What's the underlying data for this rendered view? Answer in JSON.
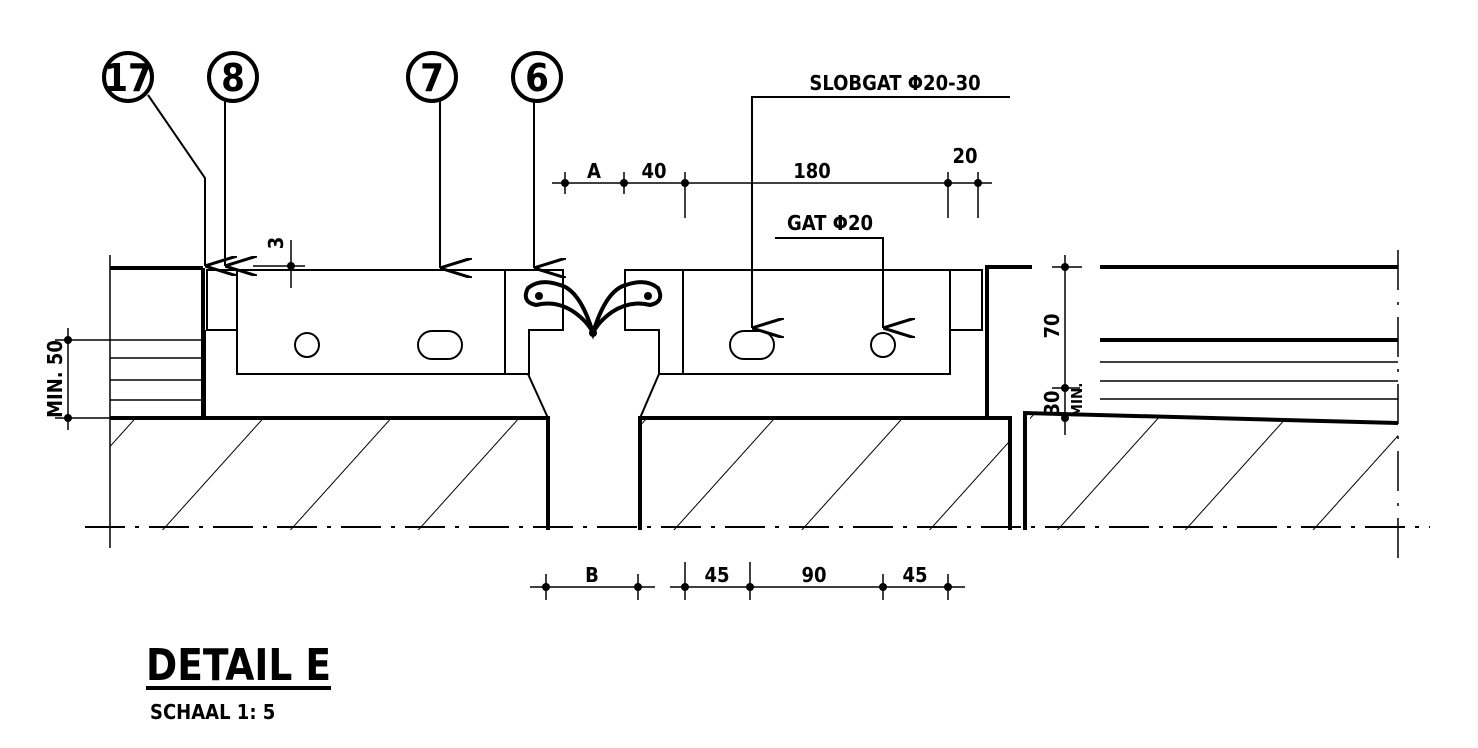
{
  "balloons": [
    "17",
    "8",
    "7",
    "6"
  ],
  "labels": {
    "slobgat": "SLOBGAT Φ20-30",
    "gat": "GAT Φ20"
  },
  "top_dims": {
    "a": "A",
    "d40": "40",
    "d180": "180",
    "d20": "20"
  },
  "dim_3": "3",
  "left_dim": "MIN. 50",
  "right_dims": {
    "d70": "70",
    "d30": "30",
    "min": "MIN."
  },
  "bottom_dims": {
    "b": "B",
    "d45a": "45",
    "d90": "90",
    "d45b": "45"
  },
  "title": "DETAIL E",
  "scale": "SCHAAL 1: 5"
}
